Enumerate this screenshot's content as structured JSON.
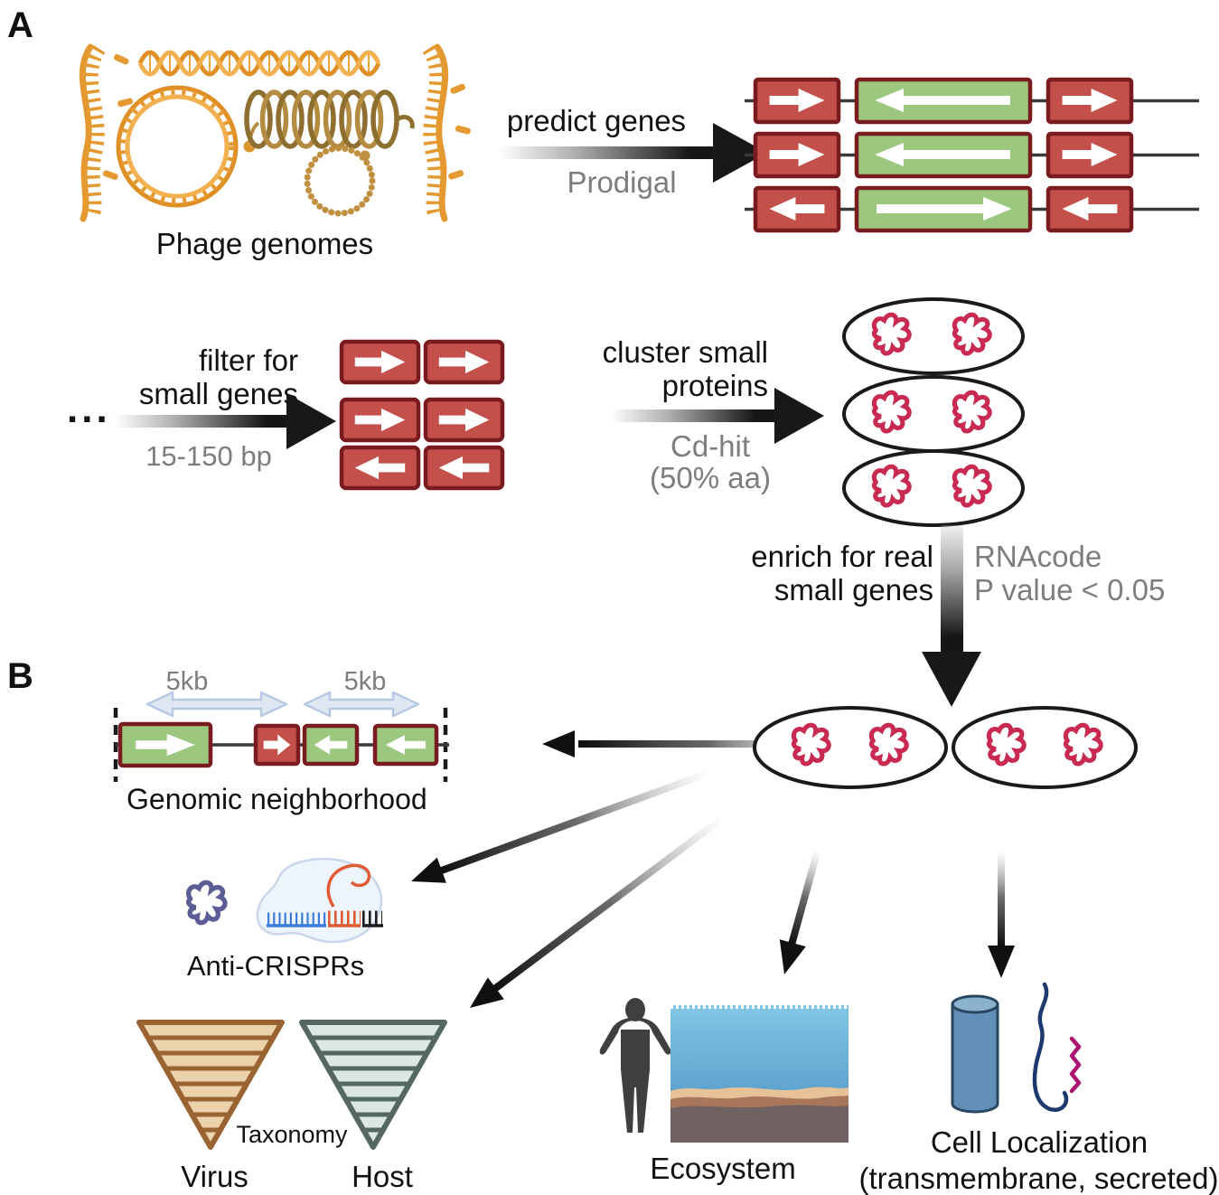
{
  "panel_a": {
    "label": "A",
    "phage_caption": "Phage genomes",
    "predict": {
      "label": "predict genes",
      "tool": "Prodigal"
    },
    "filter": {
      "dots": "...",
      "label1": "filter for",
      "label2": "small genes",
      "tool": "15-150 bp"
    },
    "cluster": {
      "label1": "cluster small",
      "label2": "proteins",
      "tool1": "Cd-hit",
      "tool2": "(50% aa)"
    },
    "enrich": {
      "label1": "enrich for real",
      "label2": "small genes",
      "tool1": "RNAcode",
      "tool2": "P value < 0.05"
    }
  },
  "panel_b": {
    "label": "B",
    "neighborhood": {
      "scale1": "5kb",
      "scale2": "5kb",
      "caption": "Genomic neighborhood"
    },
    "anti_crisprs": {
      "caption": "Anti-CRISPRs"
    },
    "taxonomy": {
      "caption": "Taxonomy",
      "virus": "Virus",
      "host": "Host"
    },
    "ecosystem": {
      "caption": "Ecosystem"
    },
    "cell_localization": {
      "caption1": "Cell Localization",
      "caption2": "(transmembrane, secreted)"
    }
  },
  "colors": {
    "gene_red": "#c4504c",
    "gene_green": "#9cc77f",
    "gene_border": "#7a1c1f",
    "protein_crimson": "#c82a52",
    "protein_purple": "#5d5d96",
    "dna_orange": "#e49a31",
    "scale_arrow_blue": "#dfe7f2",
    "ocean_blue": "#5da4d0",
    "muted_text": "#7d7d7d"
  }
}
